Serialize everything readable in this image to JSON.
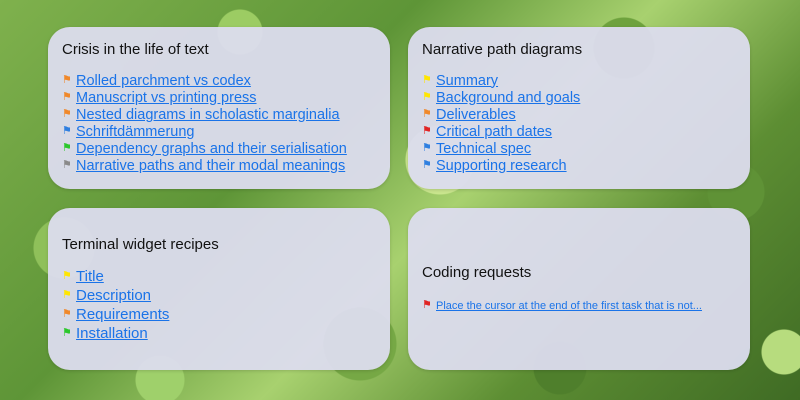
{
  "colors": {
    "orange": "#f0882a",
    "blue": "#2f7fe0",
    "green": "#2cc72c",
    "gray": "#8a8a8a",
    "yellow": "#ffe600",
    "red": "#e02424",
    "link": "#1a73e8"
  },
  "icons": {
    "flag": "⚑"
  },
  "cards": [
    {
      "title": "Crisis in the life of text",
      "items": [
        {
          "label": "Rolled parchment vs codex",
          "flag": "orange"
        },
        {
          "label": "Manuscript vs printing press",
          "flag": "orange"
        },
        {
          "label": "Nested diagrams in scholastic marginalia",
          "flag": "orange"
        },
        {
          "label": "Schriftdämmerung",
          "flag": "blue"
        },
        {
          "label": "Dependency graphs and their serialisation",
          "flag": "green"
        },
        {
          "label": "Narrative paths and their modal meanings",
          "flag": "gray"
        }
      ]
    },
    {
      "title": "Narrative path diagrams",
      "items": [
        {
          "label": "Summary",
          "flag": "yellow"
        },
        {
          "label": "Background and goals",
          "flag": "yellow"
        },
        {
          "label": "Deliverables",
          "flag": "orange"
        },
        {
          "label": "Critical path dates",
          "flag": "red"
        },
        {
          "label": "Technical spec",
          "flag": "blue"
        },
        {
          "label": "Supporting research",
          "flag": "blue"
        }
      ]
    },
    {
      "title": "Terminal widget recipes",
      "items": [
        {
          "label": "Title",
          "flag": "yellow"
        },
        {
          "label": "Description",
          "flag": "yellow"
        },
        {
          "label": "Requirements",
          "flag": "orange"
        },
        {
          "label": "Installation",
          "flag": "green"
        }
      ]
    },
    {
      "title": "Coding requests",
      "items": [
        {
          "label": "Place the cursor at the end of the first task that is not...",
          "flag": "red"
        }
      ]
    }
  ]
}
